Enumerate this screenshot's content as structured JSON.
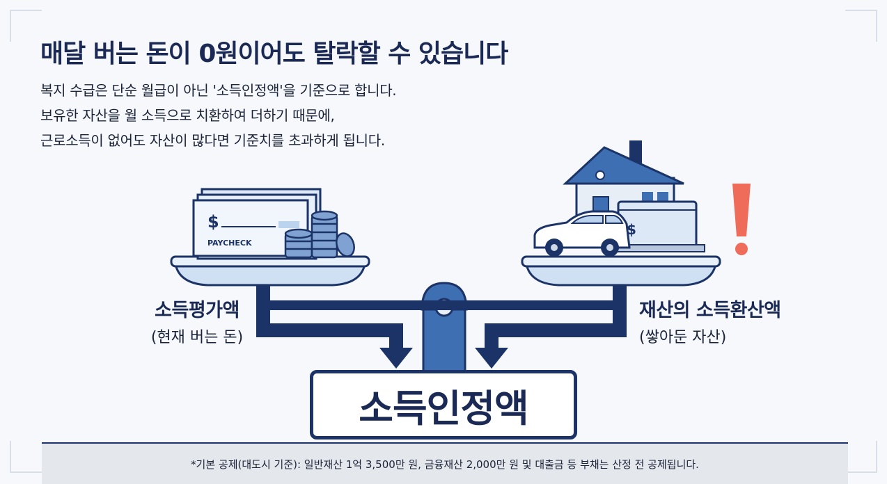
{
  "header": {
    "title": "매달 버는 돈이 0원이어도 탈락할 수 있습니다",
    "lines": [
      "복지 수급은 단순 월급이 아닌 '소득인정액'을 기준으로 합니다.",
      "보유한 자산을 월 소득으로 치환하여 더하기 때문에,",
      "근로소득이 없어도 자산이 많다면 기준치를 초과하게 됩니다."
    ]
  },
  "diagram": {
    "left": {
      "title": "소득평가액",
      "subtitle": "(현재 버는 돈)",
      "check_label": "PAYCHECK",
      "dollar": "$"
    },
    "right": {
      "title": "재산의 소득환산액",
      "subtitle": "(쌓아둔 자산)",
      "dollar": "$",
      "alert": "!"
    },
    "result": "소득인정액"
  },
  "footer": {
    "note": "*기본 공제(대도시 기준): 일반재산 1억 3,500만 원, 금융재산 2,000만 원 및 대출금 등 부채는 산정 전 공제됩니다."
  },
  "colors": {
    "navy": "#1b3366",
    "blue": "#3f6fb3",
    "light_blue": "#cfe0f3",
    "alert": "#ef6b5a"
  }
}
